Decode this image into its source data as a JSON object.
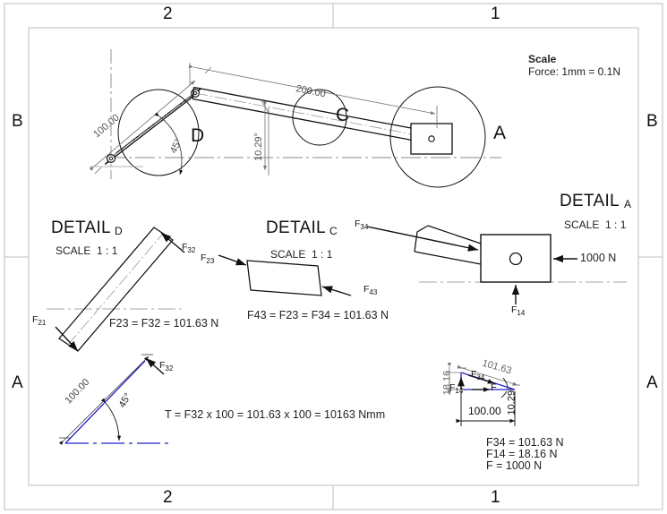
{
  "sheet": {
    "zones": {
      "top": [
        "2",
        "1"
      ],
      "bottom": [
        "2",
        "1"
      ],
      "left": [
        "B",
        "A"
      ],
      "right": [
        "B",
        "A"
      ]
    }
  },
  "scale_note": {
    "title": "Scale",
    "line": "Force: 1mm = 0.1N"
  },
  "main_view": {
    "detail_labels": [
      "D",
      "C",
      "A"
    ],
    "dimensions": {
      "crank_length": "100.00",
      "coupler_length": "200.00",
      "coupler_angle": "10.29°",
      "crank_angle": "45°"
    }
  },
  "detail_d": {
    "title": "DETAIL",
    "letter": "D",
    "scale": "SCALE  1 : 1",
    "forces": [
      "F32",
      "F21"
    ],
    "force_labels": [
      {
        "name": "F32",
        "sub": "32"
      },
      {
        "name": "F21",
        "sub": "21"
      }
    ],
    "equation": "F23 = F32 = 101.63 N"
  },
  "detail_c": {
    "title": "DETAIL",
    "letter": "C",
    "scale": "SCALE  1 : 1",
    "force_labels": [
      {
        "name": "F23",
        "sub": "23"
      },
      {
        "name": "F43",
        "sub": "43"
      }
    ],
    "equation": "F43 = F23 = F34 = 101.63 N"
  },
  "detail_a": {
    "title": "DETAIL",
    "letter": "A",
    "scale": "SCALE  1 : 1",
    "force_labels": [
      {
        "name": "F34",
        "sub": "34"
      },
      {
        "name": "F14",
        "sub": "14"
      }
    ],
    "applied_load": "1000 N"
  },
  "torque_diagram": {
    "length": "100.00",
    "angle": "45°",
    "force_label": "F32",
    "equation": "T = F32 x 100 = 101.63 x 100 = 10163 Nmm"
  },
  "force_polygon": {
    "hypotenuse": "101.63",
    "vertical": "18.16",
    "base": "100.00",
    "angle": "10.29°",
    "labels": [
      "F34",
      "F14",
      "F"
    ],
    "results": [
      "F34 = 101.63 N",
      "F14 = 18.16 N",
      "F = 1000 N"
    ]
  },
  "colors": {
    "line": "#111111",
    "dim": "#777777",
    "blue": "#2222cc",
    "border": "#b8b8b8"
  }
}
